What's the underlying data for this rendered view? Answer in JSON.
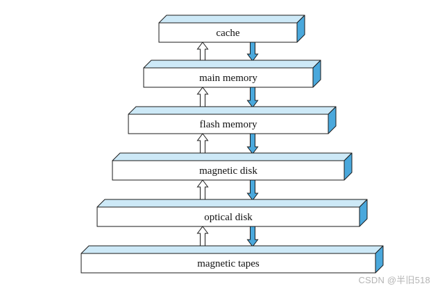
{
  "diagram": {
    "levels": [
      {
        "label": "cache"
      },
      {
        "label": "main memory"
      },
      {
        "label": "flash memory"
      },
      {
        "label": "magnetic disk"
      },
      {
        "label": "optical disk"
      },
      {
        "label": "magnetic tapes"
      }
    ],
    "colors": {
      "top_face": "#cde9f7",
      "side_face": "#4aa8dc",
      "front_face": "#ffffff",
      "outline": "#1a1a1a",
      "up_arrow_fill": "#ffffff",
      "down_arrow_fill": "#4aa8dc"
    }
  },
  "watermark": {
    "text": "CSDN @半旧518"
  }
}
